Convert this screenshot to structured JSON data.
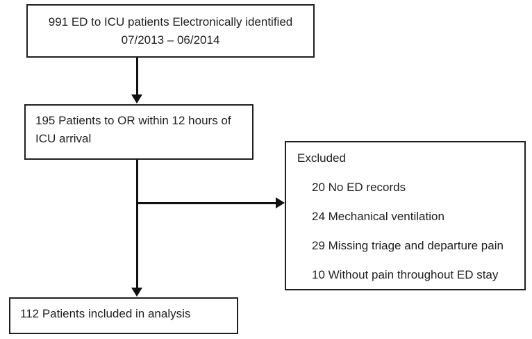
{
  "colors": {
    "background": "#ffffff",
    "box_border": "#1f1f1f",
    "text": "#1f1f1f",
    "arrow": "#111111"
  },
  "boxes": {
    "identified": {
      "line1": "991 ED to ICU patients Electronically identified",
      "line2": "07/2013 – 06/2014"
    },
    "or_within_12h": {
      "line1": "195 Patients to OR within 12 hours of",
      "line2": "ICU arrival"
    },
    "excluded": {
      "title": "Excluded",
      "items": [
        "20 No ED records",
        "24 Mechanical ventilation",
        "29 Missing triage and departure pain",
        "10 Without pain throughout ED stay"
      ]
    },
    "included": {
      "text": "112 Patients included in analysis"
    }
  }
}
